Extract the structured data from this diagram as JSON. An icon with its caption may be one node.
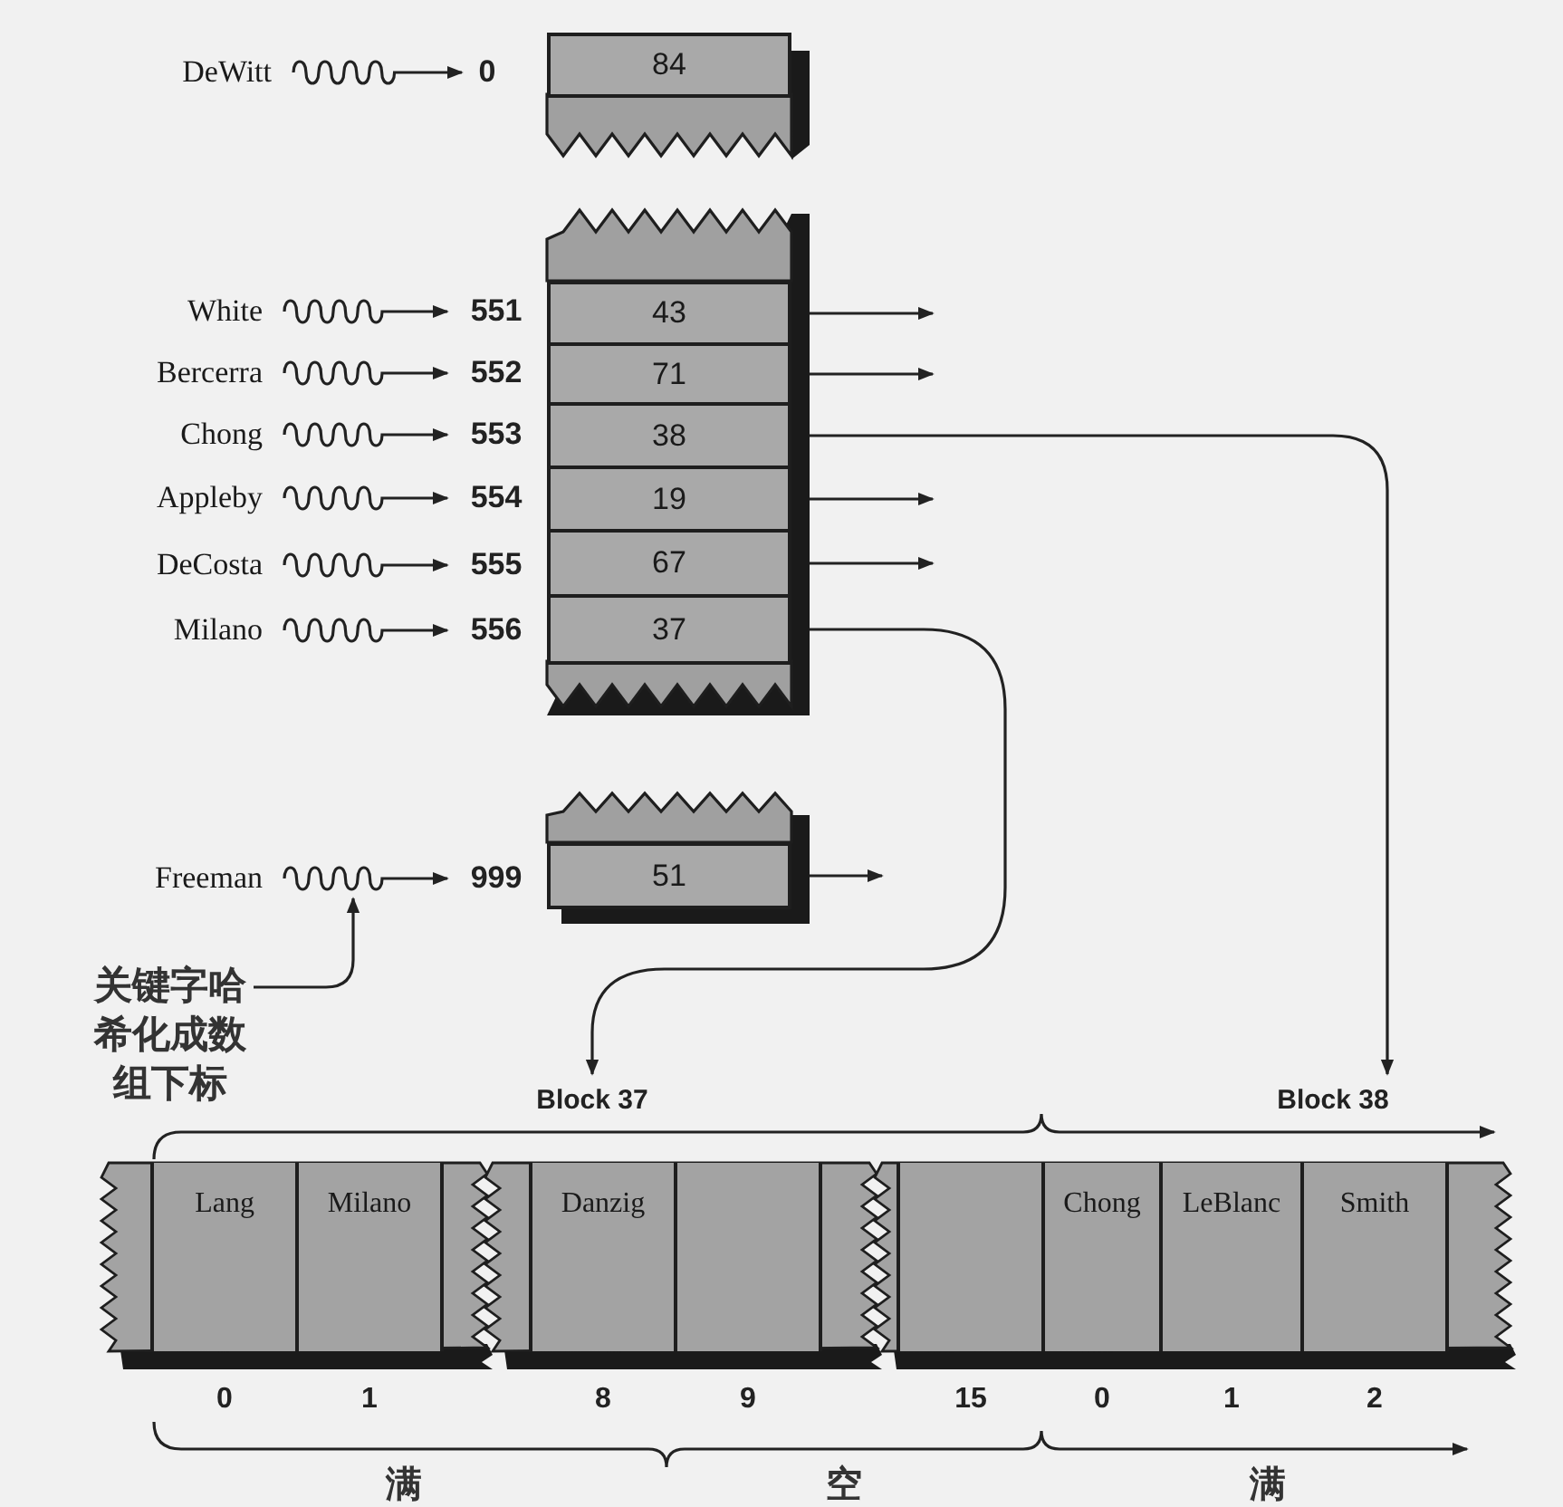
{
  "diagram": {
    "nodes": [
      {
        "text": [
          "DeWitt"
        ]
      },
      {
        "text": [
          "White"
        ]
      },
      {
        "text": [
          "Bercerra"
        ]
      },
      {
        "text": [
          "Chong"
        ]
      },
      {
        "text": [
          "Appleby"
        ]
      },
      {
        "text": [
          "DeCosta"
        ]
      },
      {
        "text": [
          "Milano"
        ]
      },
      {
        "text": [
          "Freeman"
        ]
      },
      {
        "text": [
          "0"
        ]
      },
      {
        "text": [
          "551"
        ]
      },
      {
        "text": [
          "552"
        ]
      },
      {
        "text": [
          "553"
        ]
      },
      {
        "text": [
          "554"
        ]
      },
      {
        "text": [
          "555"
        ]
      },
      {
        "text": [
          "556"
        ]
      },
      {
        "text": [
          "999"
        ]
      },
      {
        "text": [
          "84"
        ]
      },
      {
        "text": [
          "43"
        ]
      },
      {
        "text": [
          "71"
        ]
      },
      {
        "text": [
          "38"
        ]
      },
      {
        "text": [
          "19"
        ]
      },
      {
        "text": [
          "67"
        ]
      },
      {
        "text": [
          "37"
        ]
      },
      {
        "text": [
          "51"
        ]
      },
      {
        "text": [
          "关键字哈希化成数组下标"
        ]
      },
      {
        "text": [
          "Block 37"
        ]
      },
      {
        "text": [
          "Block 38"
        ]
      },
      {
        "text": [
          "Lang"
        ],
        "beside": [
          "0"
        ]
      },
      {
        "text": [
          "Milano"
        ],
        "beside": [
          "1"
        ]
      },
      {
        "text": [
          "Danzig"
        ],
        "beside": [
          "8"
        ]
      },
      {
        "text": [],
        "shape": "box",
        "beside": [
          "9"
        ]
      },
      {
        "text": [],
        "shape": "box",
        "beside": [
          "15"
        ]
      },
      {
        "text": [
          "Chong"
        ],
        "beside": [
          "0"
        ]
      },
      {
        "text": [
          "LeBlanc"
        ],
        "beside": [
          "1"
        ]
      },
      {
        "text": [
          "Smith"
        ],
        "beside": [
          "2"
        ]
      }
    ],
    "edges": [
      {
        "from": 0,
        "to": 8,
        "arrow": "to"
      },
      {
        "from": 1,
        "to": 9,
        "arrow": "to"
      },
      {
        "from": 2,
        "to": 10,
        "arrow": "to"
      },
      {
        "from": 3,
        "to": 11,
        "arrow": "to"
      },
      {
        "from": 4,
        "to": 12,
        "arrow": "to"
      },
      {
        "from": 5,
        "to": 13,
        "arrow": "to"
      },
      {
        "from": 6,
        "to": 14,
        "arrow": "to"
      },
      {
        "from": 7,
        "to": 15,
        "arrow": "to"
      },
      {
        "from": 17,
        "to": null,
        "arrow": "to"
      },
      {
        "from": 18,
        "to": null,
        "arrow": "to"
      },
      {
        "from": 19,
        "to": 26,
        "arrow": "to"
      },
      {
        "from": 20,
        "to": null,
        "arrow": "to"
      },
      {
        "from": 21,
        "to": null,
        "arrow": "to"
      },
      {
        "from": 22,
        "to": 25,
        "arrow": "to"
      },
      {
        "from": 23,
        "to": null,
        "arrow": "to"
      },
      {
        "from": 24,
        "to": null,
        "arrow": "to"
      }
    ],
    "labels": [
      "满",
      "空",
      "满"
    ]
  }
}
